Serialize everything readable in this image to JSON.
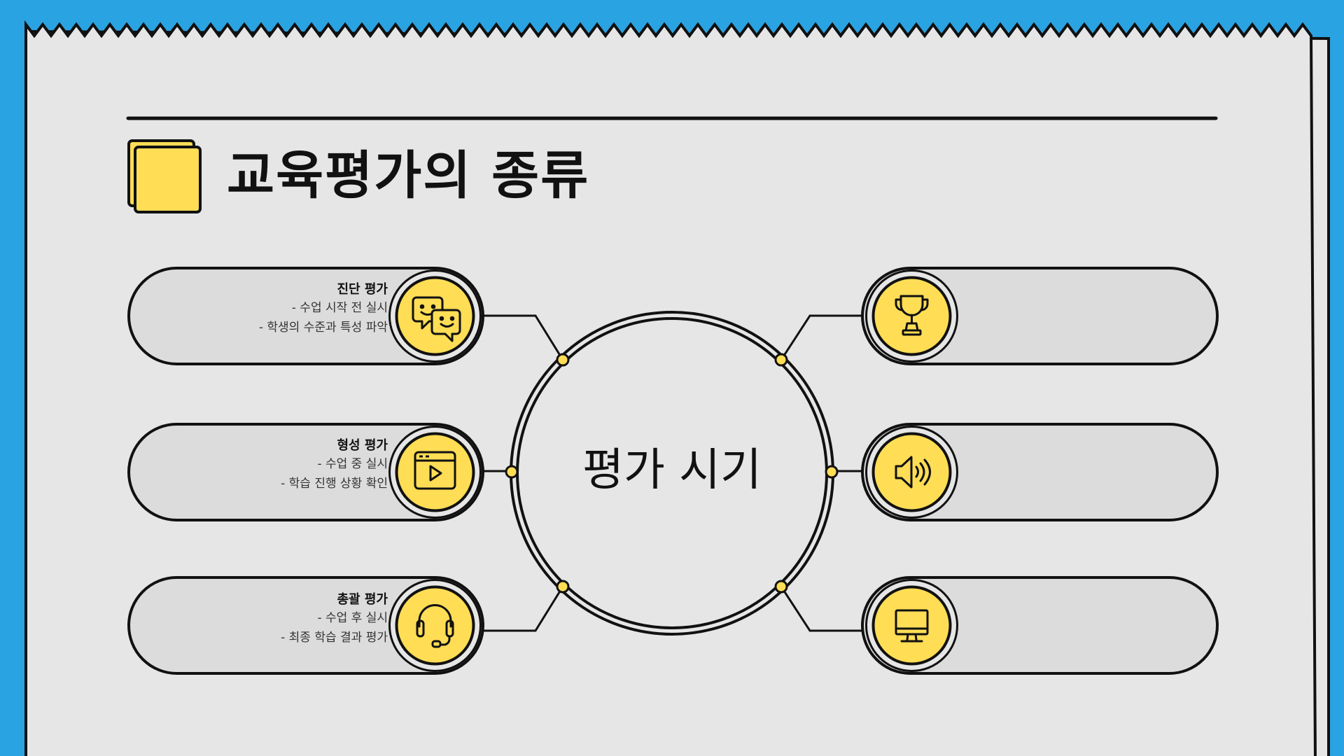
{
  "title": "교육평가의 종류",
  "center": "평가 시기",
  "colors": {
    "background_blue": "#2aa3e3",
    "paper": "#e6e6e6",
    "accent_yellow": "#ffdd55",
    "line": "#111111"
  },
  "left_items": [
    {
      "title": "진단 평가",
      "lines": [
        "- 수업 시작 전 실시",
        "- 학생의 수준과 특성 파악"
      ],
      "icon": "speech-bubbles-icon"
    },
    {
      "title": "형성 평가",
      "lines": [
        "- 수업 중 실시",
        "- 학습 진행 상황 확인"
      ],
      "icon": "video-player-icon"
    },
    {
      "title": "총괄 평가",
      "lines": [
        "- 수업 후 실시",
        "- 최종 학습 결과 평가"
      ],
      "icon": "headset-icon"
    }
  ],
  "right_items": [
    {
      "icon": "trophy-icon"
    },
    {
      "icon": "speaker-icon"
    },
    {
      "icon": "monitor-icon"
    }
  ]
}
